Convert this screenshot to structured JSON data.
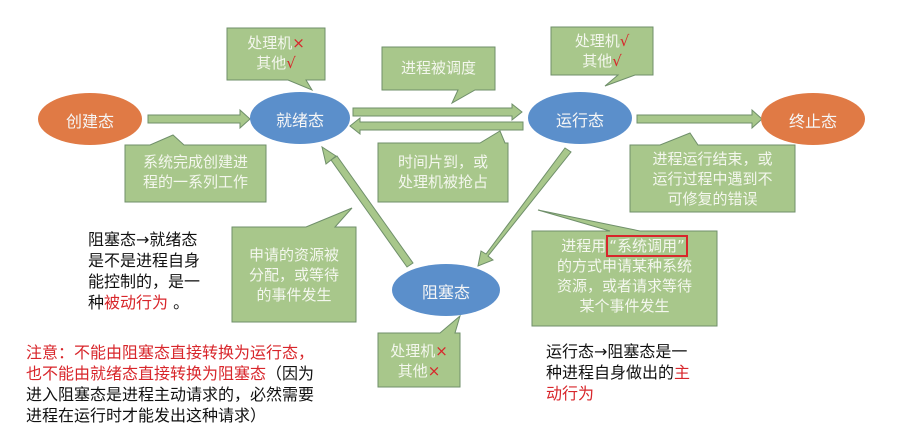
{
  "states": {
    "new": "创建态",
    "ready": "就绪态",
    "running": "运行态",
    "terminated": "终止态",
    "blocked": "阻塞态"
  },
  "callouts": {
    "ready_resources": {
      "processor": "处理机",
      "processor_mark": "×",
      "other": "其他",
      "other_mark": "√"
    },
    "running_resources": {
      "processor": "处理机",
      "processor_mark": "√",
      "other": "其他",
      "other_mark": "√"
    },
    "blocked_resources": {
      "processor": "处理机",
      "processor_mark": "×",
      "other": "其他",
      "other_mark": "×"
    },
    "scheduled": "进程被调度",
    "created": [
      "系统完成创建进",
      "程的一系列工作"
    ],
    "preempted": [
      "时间片到，或",
      "处理机被抢占"
    ],
    "terminate": [
      "进程运行结束，或",
      "运行过程中遇到不",
      "可修复的错误"
    ],
    "wakeup": [
      "申请的资源被",
      "分配，或等待",
      "的事件发生"
    ],
    "block": {
      "prefix": "进程用",
      "highlight": "“系统调用”",
      "lines": [
        "的方式申请某种系统",
        "资源，或者请求等待",
        "某个事件发生"
      ]
    }
  },
  "notes": {
    "blocked_to_ready": {
      "lines": [
        "阻塞态→就绪态",
        "是不是进程自身",
        "能控制的，是一"
      ],
      "last_prefix": "种",
      "last_red": "被动行为",
      "last_suffix": " 。"
    },
    "running_to_blocked": {
      "line1": "运行态→阻塞态是一",
      "line2_black": "种进程自身做出的",
      "line2_red": "主",
      "line3_red": "动行为"
    },
    "warning": {
      "red1": "注意：不能由阻塞态直接转换为运行态，",
      "red2": "也不能由就绪态直接转换为阻塞态",
      "black2": "（因为",
      "black3": "进入阻塞态是进程主动请求的，必然需要",
      "black4": "进程在运行时才能发出这种请求）"
    }
  },
  "colors": {
    "orange": "#e07a45",
    "blue": "#5b8fcb",
    "green": "#a8c78b",
    "red": "#d8262b"
  }
}
